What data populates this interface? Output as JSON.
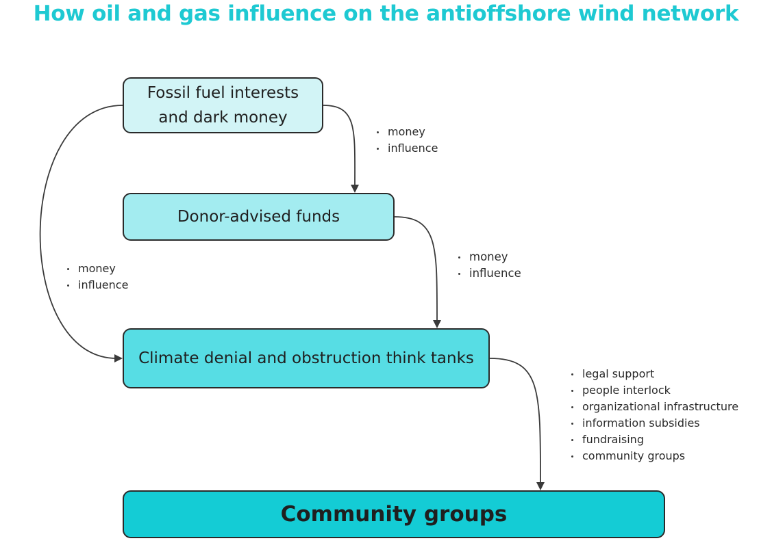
{
  "title": "How oil and gas influence on the antioffshore wind network",
  "nodes": {
    "fossil": "Fossil fuel interests and dark money",
    "donor": "Donor-advised funds",
    "think_tanks": "Climate denial and obstruction think tanks",
    "community": "Community groups"
  },
  "edge_labels": {
    "fossil_to_donor": [
      "money",
      "influence"
    ],
    "donor_to_think": [
      "money",
      "influence"
    ],
    "fossil_to_think": [
      "money",
      "influence"
    ],
    "think_to_community": [
      "legal support",
      "people interlock",
      "organizational infrastructure",
      "information subsidies",
      "fundraising",
      "community groups"
    ]
  }
}
